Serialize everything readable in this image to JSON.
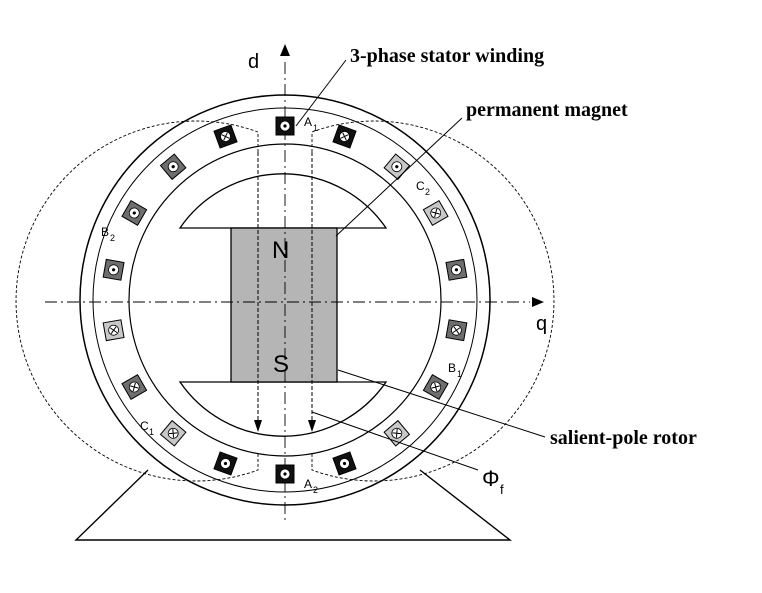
{
  "labels": {
    "stator_winding": "3-phase stator winding",
    "permanent_magnet": "permanent magnet",
    "salient_pole_rotor": "salient-pole rotor",
    "flux_symbol": "Φ",
    "flux_subscript": "f",
    "d_axis": "d",
    "q_axis": "q",
    "north": "N",
    "south": "S"
  },
  "phases": {
    "a1_letter": "A",
    "a1_sub": "1",
    "a2_letter": "A",
    "a2_sub": "2",
    "b1_letter": "B",
    "b1_sub": "1",
    "b2_letter": "B",
    "b2_sub": "2",
    "c1_letter": "C",
    "c1_sub": "1",
    "c2_letter": "C",
    "c2_sub": "2"
  },
  "colors": {
    "phase_a": "#111111",
    "phase_b": "#6e6e6e",
    "phase_c": "#c8c8c8",
    "magnet": "#b5b5b5",
    "line": "#000000"
  }
}
